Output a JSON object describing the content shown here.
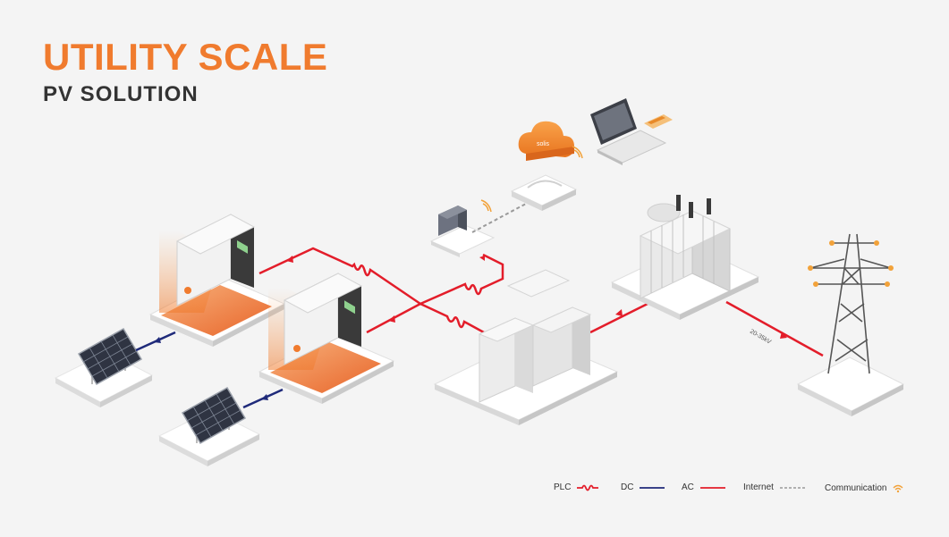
{
  "colors": {
    "accent_orange": "#f07b2e",
    "ac_red": "#e31d2a",
    "dc_blue": "#1f2a7a",
    "internet_gray": "#9a9a9a",
    "communication_orange": "#f2a23a"
  },
  "header": {
    "title": "UTILITY SCALE",
    "subtitle": "PV SOLUTION"
  },
  "labels": {
    "grid_voltage": "20-35kV",
    "cloud_logo": "solis"
  },
  "legend": {
    "plc": "PLC",
    "dc": "DC",
    "ac": "AC",
    "internet": "Internet",
    "communication": "Communication"
  },
  "icons": [
    "solar-panel-icon",
    "inverter-icon",
    "data-logger-icon",
    "router-icon",
    "cloud-icon",
    "laptop-icon",
    "transformer-icon",
    "transmission-tower-icon",
    "wifi-icon"
  ]
}
